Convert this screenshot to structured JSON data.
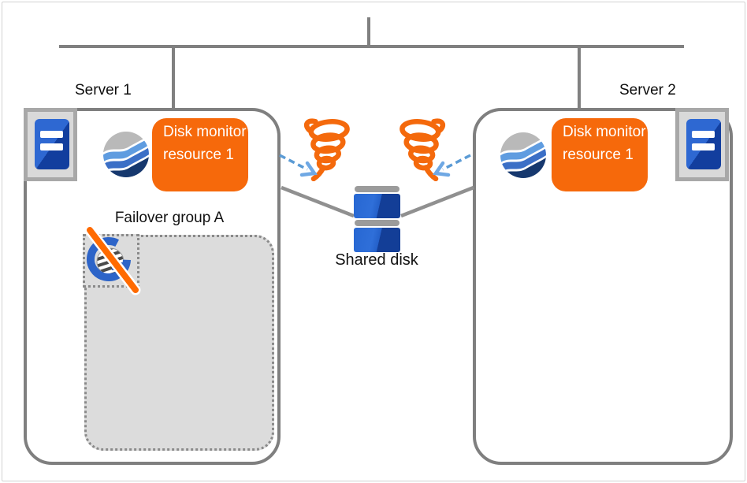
{
  "servers": [
    {
      "label": "Server 1",
      "monitor_badge": "Disk monitor resource 1"
    },
    {
      "label": "Server 2",
      "monitor_badge": "Disk monitor resource 1"
    }
  ],
  "failover_group": {
    "label": "Failover group A"
  },
  "shared_disk": {
    "label": "Shared disk"
  },
  "icons": {
    "cluster_logo": "wave-sphere-logo",
    "server": "server-unit-icon",
    "tornado": "failure-tornado-icon",
    "arrow": "dashed-monitor-arrow-icon",
    "group_stopped": "stopped-group-icon"
  },
  "colors": {
    "accent_orange": "#f6690b",
    "slash_orange": "#ff6a00",
    "line_gray": "#808080",
    "box_border_gray": "#7f7f7f",
    "fill_light_gray": "#dcdcdc",
    "arrow_blue": "#5b9bd5",
    "disk_blue_light": "#2767d2",
    "disk_blue_dark": "#133e97",
    "logo_light_blue": "#5f9ce0",
    "logo_mid_blue": "#3b6fc6",
    "logo_navy": "#16386e",
    "g_icon_blue": "#2d64c8"
  }
}
